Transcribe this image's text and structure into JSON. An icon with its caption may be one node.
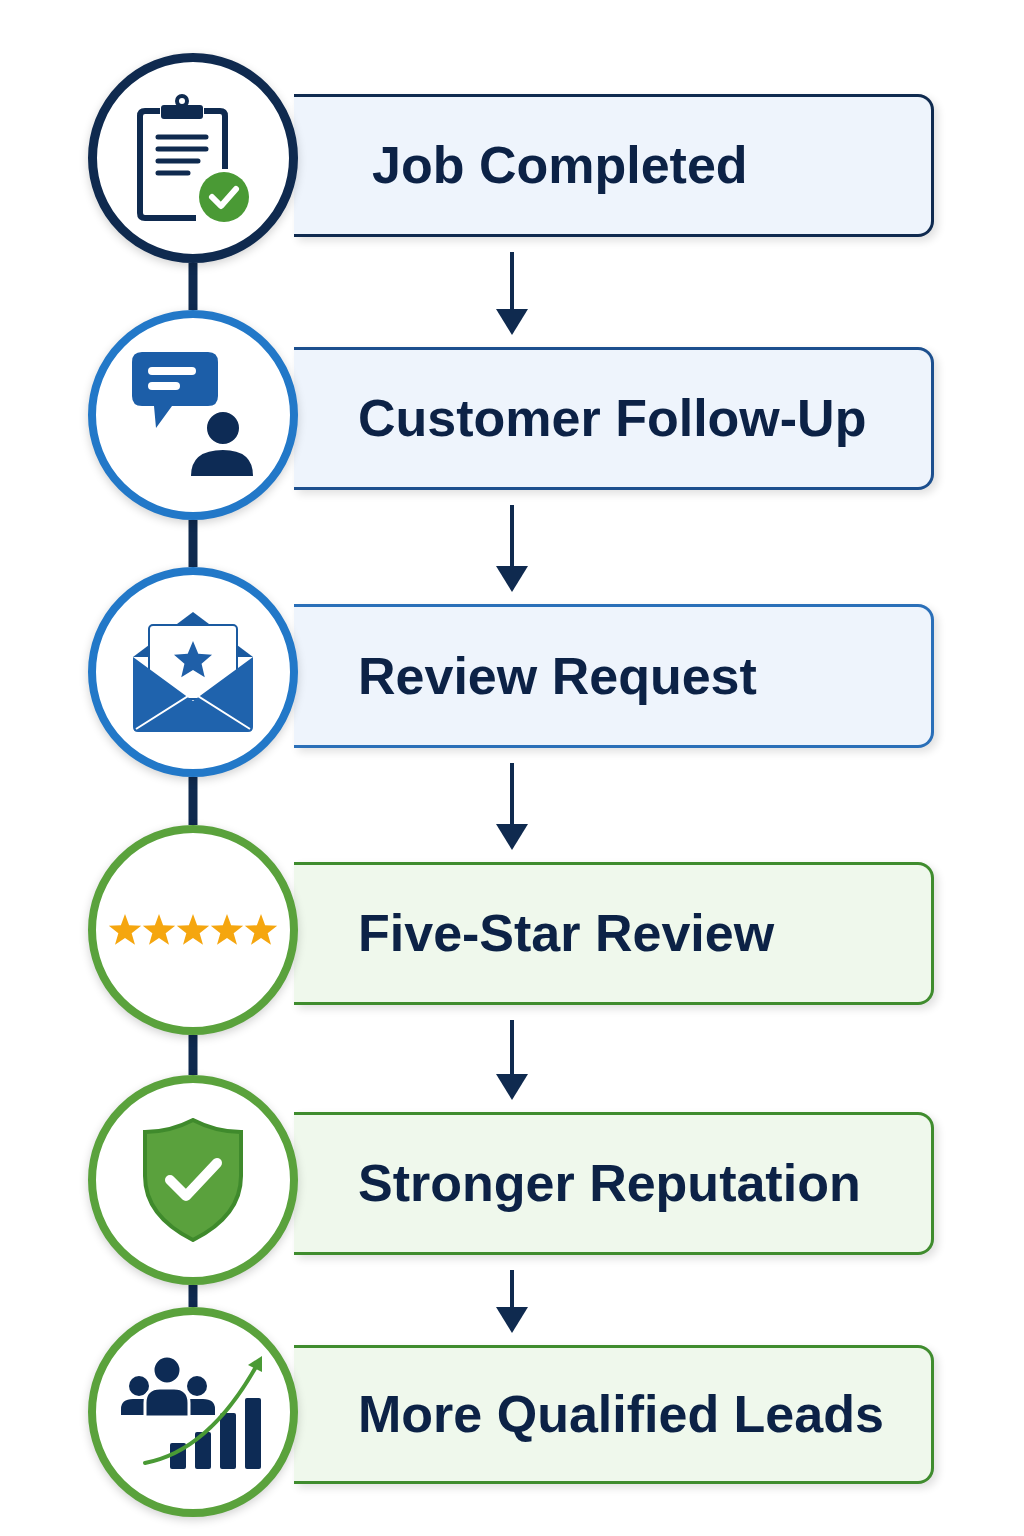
{
  "diagram": {
    "nodes": [
      {
        "text": [],
        "shape": "circle"
      },
      {
        "text": [
          "Job Completed"
        ]
      },
      {
        "text": [],
        "shape": "circle"
      },
      {
        "text": [
          "Customer Follow-Up"
        ]
      },
      {
        "text": [],
        "shape": "circle"
      },
      {
        "text": [
          "Review Request"
        ]
      },
      {
        "text": [],
        "shape": "circle"
      },
      {
        "text": [
          "Five-Star Review"
        ]
      },
      {
        "text": [],
        "shape": "circle"
      },
      {
        "text": [
          "Stronger Reputation"
        ]
      },
      {
        "text": [],
        "shape": "circle"
      },
      {
        "text": [
          "More Qualified Leads"
        ]
      }
    ],
    "edges": [
      {
        "from": 0,
        "to": 2,
        "arrow": "none",
        "style": "thick"
      },
      {
        "from": 1,
        "to": 3,
        "arrow": "to"
      },
      {
        "from": 2,
        "to": 4,
        "arrow": "none",
        "style": "thick"
      },
      {
        "from": 3,
        "to": 5,
        "arrow": "to"
      },
      {
        "from": 4,
        "to": 6,
        "arrow": "none",
        "style": "thick"
      },
      {
        "from": 5,
        "to": 7,
        "arrow": "to"
      },
      {
        "from": 6,
        "to": 8,
        "arrow": "none",
        "style": "thick"
      },
      {
        "from": 7,
        "to": 9,
        "arrow": "to"
      },
      {
        "from": 8,
        "to": 10,
        "arrow": "none",
        "style": "thick"
      },
      {
        "from": 9,
        "to": 11,
        "arrow": "to"
      }
    ]
  }
}
